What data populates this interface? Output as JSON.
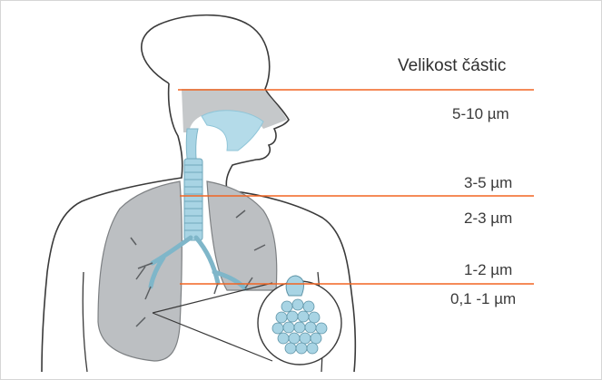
{
  "heading": "Velikost částic",
  "levels": [
    {
      "label": "5-10 µm"
    },
    {
      "label": "3-5 µm"
    },
    {
      "label": "2-3 µm"
    },
    {
      "label": "1-2 µm"
    },
    {
      "label": "0,1 -1 µm"
    }
  ],
  "colors": {
    "line": "#f26522",
    "silhouette": "#3a3a3a",
    "lung_fill": "#b9bcbf",
    "airway": "#a8d4e4"
  }
}
